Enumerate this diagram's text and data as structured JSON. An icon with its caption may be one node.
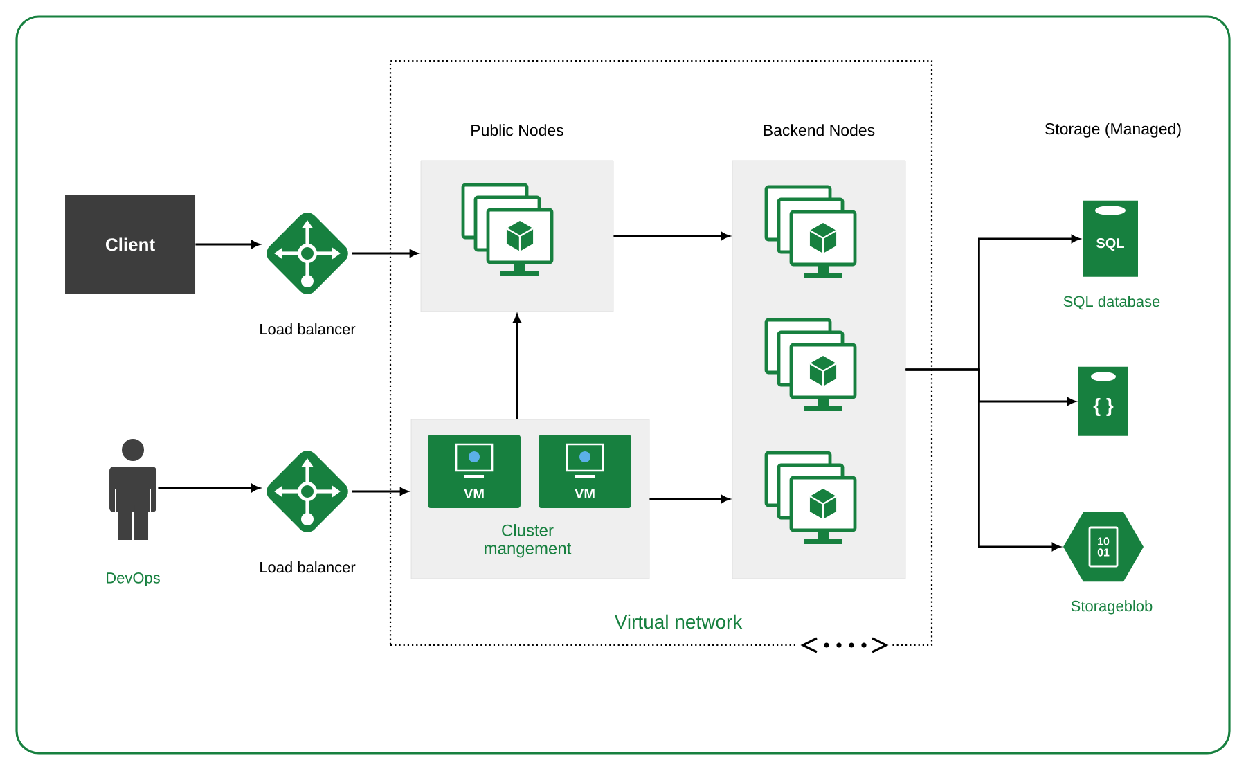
{
  "diagram": {
    "nodes": [
      {
        "text": [
          "Client"
        ]
      },
      {
        "text": [],
        "shape": "diamond",
        "beside": [
          "Load balancer"
        ]
      },
      {
        "text": [],
        "shape": "person",
        "beside": [
          "DevOps"
        ]
      },
      {
        "text": [],
        "shape": "diamond",
        "beside": [
          "Load balancer"
        ]
      },
      {
        "text": [
          "Virtual network"
        ]
      },
      {
        "text": [
          "Public Nodes"
        ],
        "in": 4
      },
      {
        "text": [
          "Cluster mangement"
        ],
        "in": 4
      },
      {
        "text": [
          "VM"
        ],
        "in": 6
      },
      {
        "text": [
          "VM"
        ],
        "in": 6
      },
      {
        "text": [
          "Backend Nodes"
        ],
        "in": 4
      },
      {
        "text": [
          "SQL"
        ],
        "beside": [
          "SQL database"
        ]
      },
      {
        "text": [
          "{ }"
        ]
      },
      {
        "text": [
          "10 01"
        ],
        "beside": [
          "Storageblob"
        ]
      }
    ],
    "edges": [
      {
        "from": 0,
        "to": 1,
        "arrow": "to"
      },
      {
        "from": 1,
        "to": 5,
        "arrow": "to"
      },
      {
        "from": 2,
        "to": 3,
        "arrow": "to"
      },
      {
        "from": 3,
        "to": 6,
        "arrow": "to"
      },
      {
        "from": 6,
        "to": 5,
        "arrow": "to"
      },
      {
        "from": 5,
        "to": 9,
        "arrow": "to"
      },
      {
        "from": 6,
        "to": 9,
        "arrow": "to"
      },
      {
        "from": 9,
        "to": 10,
        "arrow": "to"
      },
      {
        "from": 9,
        "to": 11,
        "arrow": "to"
      },
      {
        "from": 9,
        "to": 12,
        "arrow": "to"
      }
    ],
    "labels": [
      "Storage (Managed)"
    ]
  }
}
